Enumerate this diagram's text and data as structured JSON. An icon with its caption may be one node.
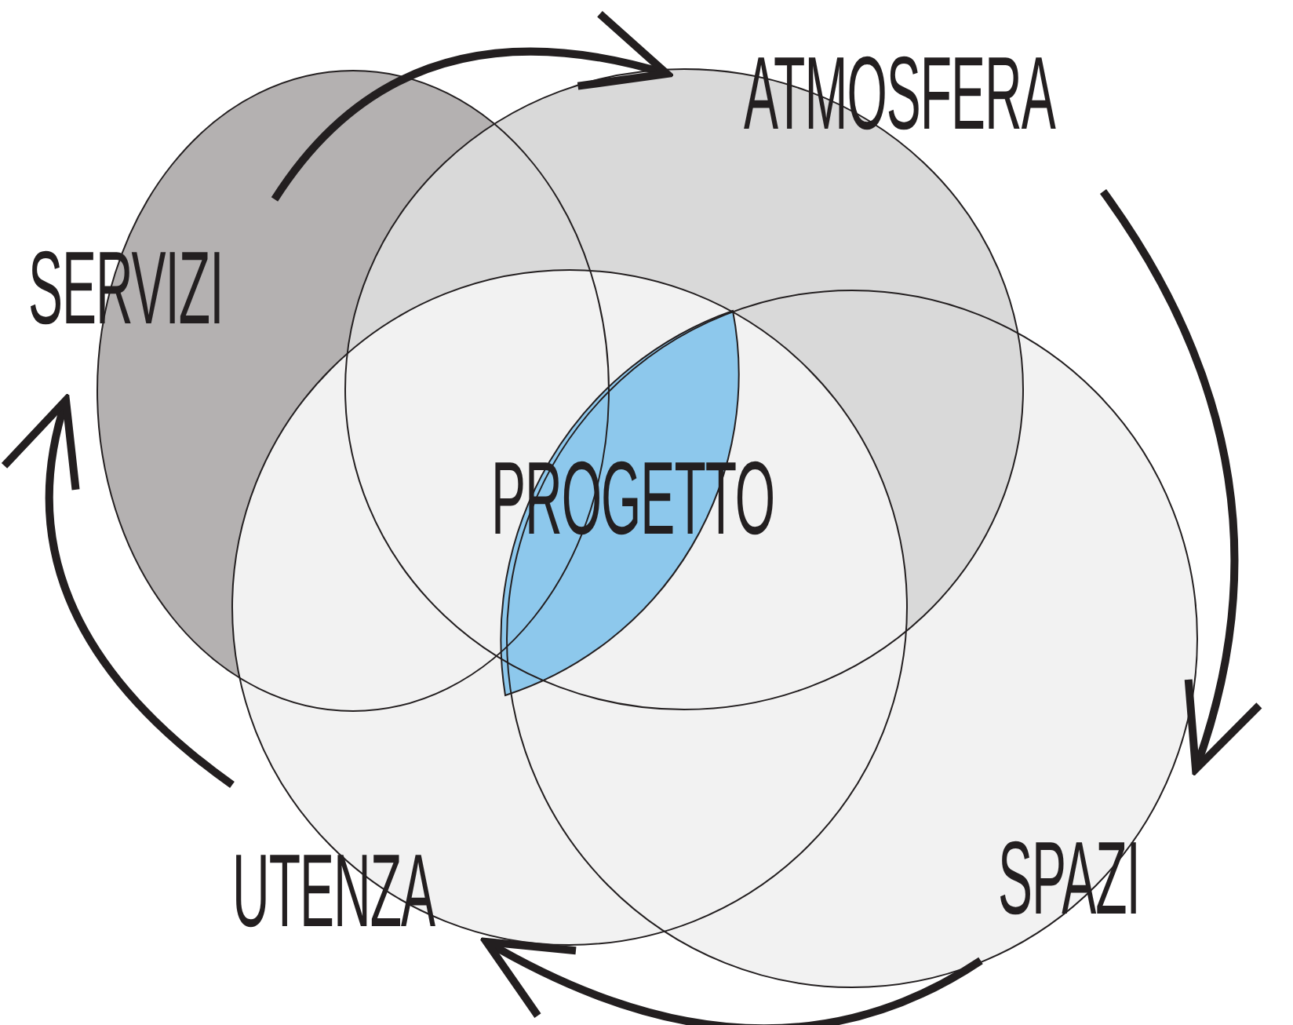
{
  "diagram": {
    "nodes": [
      {
        "text": [
          "SERVIZI"
        ]
      },
      {
        "text": [
          "ATMOSFERA"
        ]
      },
      {
        "text": [
          "PROGETTO"
        ]
      },
      {
        "text": [
          "UTENZA"
        ]
      },
      {
        "text": [
          "SPAZI"
        ]
      }
    ],
    "edges": [
      {
        "from": 0,
        "to": 1,
        "arrow": "to"
      },
      {
        "from": 1,
        "to": 4,
        "arrow": "to"
      },
      {
        "from": 4,
        "to": 3,
        "arrow": "to"
      },
      {
        "from": 3,
        "to": 0,
        "arrow": "to"
      }
    ]
  }
}
